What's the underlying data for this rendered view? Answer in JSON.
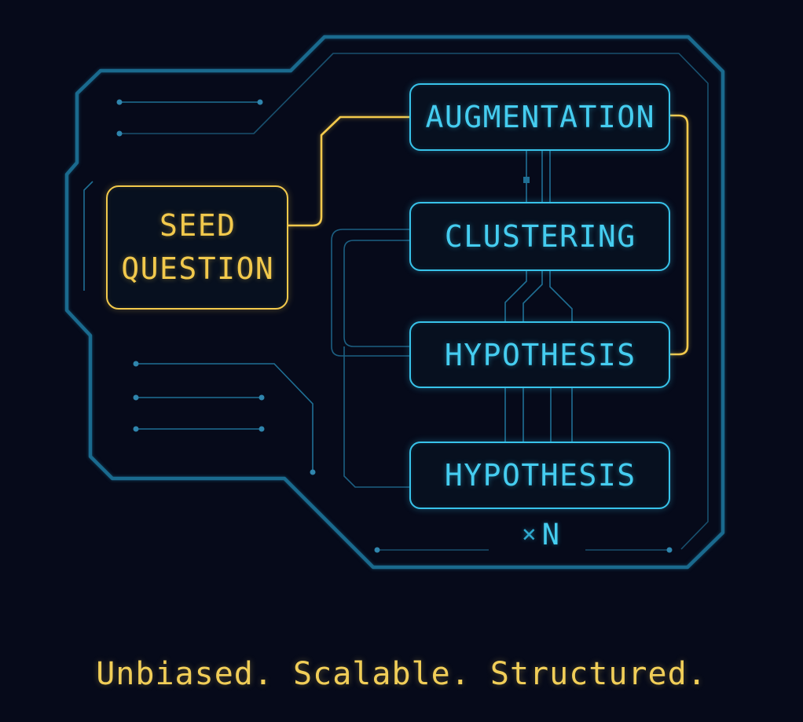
{
  "diagram": {
    "nodes": {
      "seed": {
        "line1": "SEED",
        "line2": "QUESTION"
      },
      "augmentation": {
        "label": "AUGMENTATION"
      },
      "clustering": {
        "label": "CLUSTERING"
      },
      "hypothesis1": {
        "label": "HYPOTHESIS"
      },
      "hypothesis2": {
        "label": "HYPOTHESIS"
      }
    },
    "repeat": {
      "symbol": "×",
      "count": "N"
    },
    "tagline": "Unbiased. Scalable. Structured."
  },
  "colors": {
    "background": "#060a1a",
    "box_fill": "#07101f",
    "node_stroke_cyan": "#38c3ea",
    "node_text_cyan": "#45cdf0",
    "accent_yellow": "#f2c94c",
    "tagline_yellow": "#f1ce58",
    "frame_teal": "#1a6a8e",
    "inner_frame_teal": "#18506e",
    "trace_teal": "#1f6f94",
    "echo_teal": "#1c5f82",
    "dot_teal": "#2f85ad"
  }
}
